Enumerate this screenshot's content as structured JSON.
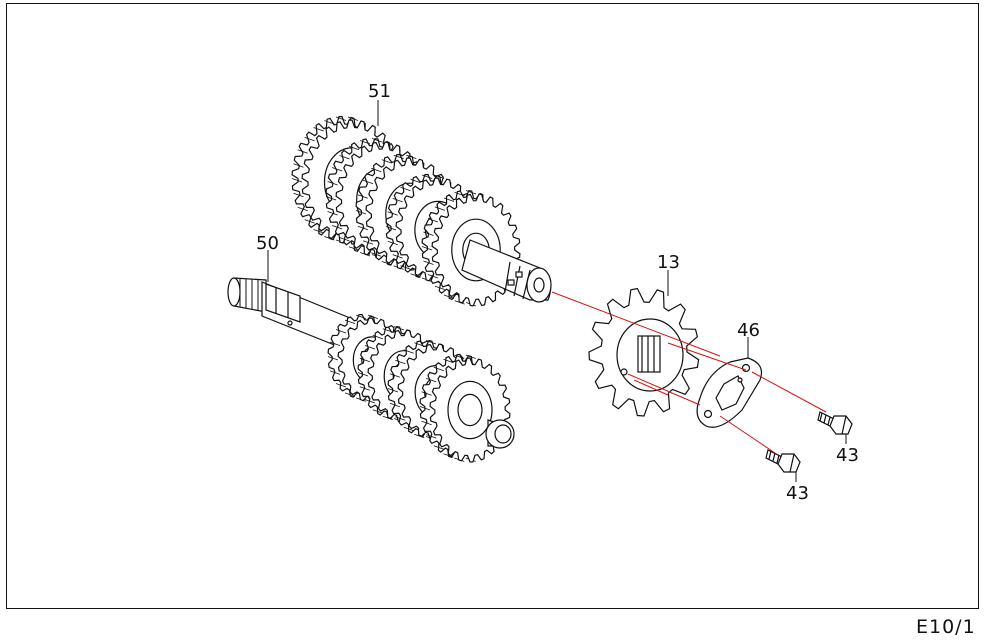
{
  "callouts": {
    "output_shaft": "51",
    "input_shaft": "50",
    "front_sprocket": "13",
    "lock_washer": "46",
    "bolt_right": "43",
    "bolt_lower": "43"
  },
  "sheet_code": "E10/1",
  "colors": {
    "linework": "#111111",
    "centerline": "#d21414",
    "background": "#ffffff"
  }
}
